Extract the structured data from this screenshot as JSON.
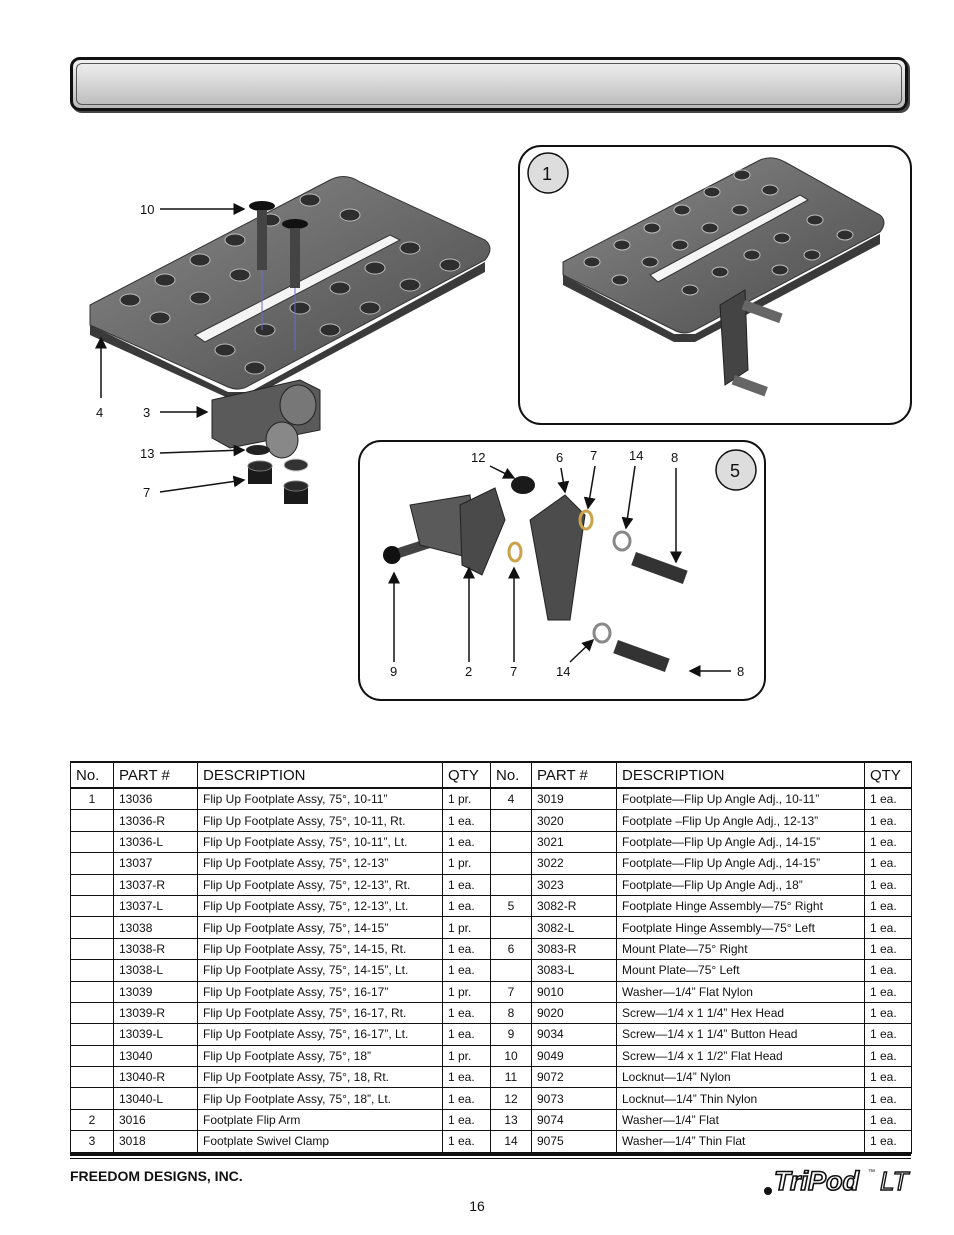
{
  "header": {
    "title": ""
  },
  "diagram": {
    "main_callouts": [
      "10",
      "4",
      "3",
      "13",
      "7"
    ],
    "inset1_label": "1",
    "inset5_label": "5",
    "inset5_top_callouts": [
      "12",
      "6",
      "7",
      "14",
      "8"
    ],
    "inset5_bottom_callouts": [
      "9",
      "2",
      "7",
      "14",
      "8"
    ]
  },
  "table": {
    "headers": [
      "No.",
      "PART #",
      "DESCRIPTION",
      "QTY",
      "No.",
      "PART #",
      "DESCRIPTION",
      "QTY"
    ],
    "rows": [
      [
        "1",
        "13036",
        "Flip Up Footplate Assy, 75°, 10-11”",
        "1 pr.",
        "4",
        "3019",
        "Footplate—Flip Up Angle Adj., 10-11”",
        "1 ea."
      ],
      [
        "",
        "13036-R",
        "Flip Up Footplate Assy, 75°, 10-11, Rt.",
        "1 ea.",
        "",
        "3020",
        "Footplate –Flip Up Angle Adj., 12-13”",
        "1 ea."
      ],
      [
        "",
        "13036-L",
        "Flip Up Footplate Assy, 75°, 10-11”, Lt.",
        "1 ea.",
        "",
        "3021",
        "Footplate—Flip Up Angle Adj., 14-15”",
        "1 ea."
      ],
      [
        "",
        "13037",
        "Flip Up Footplate Assy, 75°, 12-13”",
        "1 pr.",
        "",
        "3022",
        "Footplate—Flip Up Angle Adj., 14-15”",
        "1 ea."
      ],
      [
        "",
        "13037-R",
        "Flip Up Footplate Assy, 75°, 12-13”, Rt.",
        "1 ea.",
        "",
        "3023",
        "Footplate—Flip Up Angle Adj., 18”",
        "1 ea."
      ],
      [
        "",
        "13037-L",
        "Flip Up Footplate Assy, 75°, 12-13”, Lt.",
        "1 ea.",
        "5",
        "3082-R",
        "Footplate Hinge Assembly—75° Right",
        "1 ea."
      ],
      [
        "",
        "13038",
        "Flip Up Footplate Assy, 75°, 14-15”",
        "1 pr.",
        "",
        "3082-L",
        "Footplate Hinge Assembly—75° Left",
        "1 ea."
      ],
      [
        "",
        "13038-R",
        "Flip Up Footplate Assy, 75°, 14-15, Rt.",
        "1 ea.",
        "6",
        "3083-R",
        "Mount Plate—75° Right",
        "1 ea."
      ],
      [
        "",
        "13038-L",
        "Flip Up Footplate Assy, 75°, 14-15”, Lt.",
        "1 ea.",
        "",
        "3083-L",
        "Mount Plate—75° Left",
        "1 ea."
      ],
      [
        "",
        "13039",
        "Flip Up Footplate Assy, 75°, 16-17”",
        "1 pr.",
        "7",
        "9010",
        "Washer—1/4” Flat Nylon",
        "1 ea."
      ],
      [
        "",
        "13039-R",
        "Flip Up Footplate Assy, 75°, 16-17, Rt.",
        "1 ea.",
        "8",
        "9020",
        "Screw—1/4 x 1 1/4” Hex Head",
        "1 ea."
      ],
      [
        "",
        "13039-L",
        "Flip Up Footplate Assy, 75°, 16-17”, Lt.",
        "1 ea.",
        "9",
        "9034",
        "Screw—1/4 x 1 1/4” Button Head",
        "1 ea."
      ],
      [
        "",
        "13040",
        "Flip Up Footplate Assy, 75°, 18”",
        "1 pr.",
        "10",
        "9049",
        "Screw—1/4 x 1 1/2” Flat Head",
        "1 ea."
      ],
      [
        "",
        "13040-R",
        "Flip Up Footplate Assy, 75°, 18, Rt.",
        "1 ea.",
        "11",
        "9072",
        "Locknut—1/4” Nylon",
        "1 ea."
      ],
      [
        "",
        "13040-L",
        "Flip Up Footplate Assy, 75°, 18”, Lt.",
        "1 ea.",
        "12",
        "9073",
        "Locknut—1/4” Thin Nylon",
        "1 ea."
      ],
      [
        "2",
        "3016",
        "Footplate Flip Arm",
        "1 ea.",
        "13",
        "9074",
        "Washer—1/4” Flat",
        "1 ea."
      ],
      [
        "3",
        "3018",
        "Footplate Swivel Clamp",
        "1 ea.",
        "14",
        "9075",
        "Washer—1/4” Thin Flat",
        "1 ea."
      ]
    ]
  },
  "footer": {
    "company": "FREEDOM DESIGNS, INC.",
    "page_number": "16",
    "logo_text": "TriPod",
    "logo_suffix": "LT",
    "logo_tm": "™"
  }
}
